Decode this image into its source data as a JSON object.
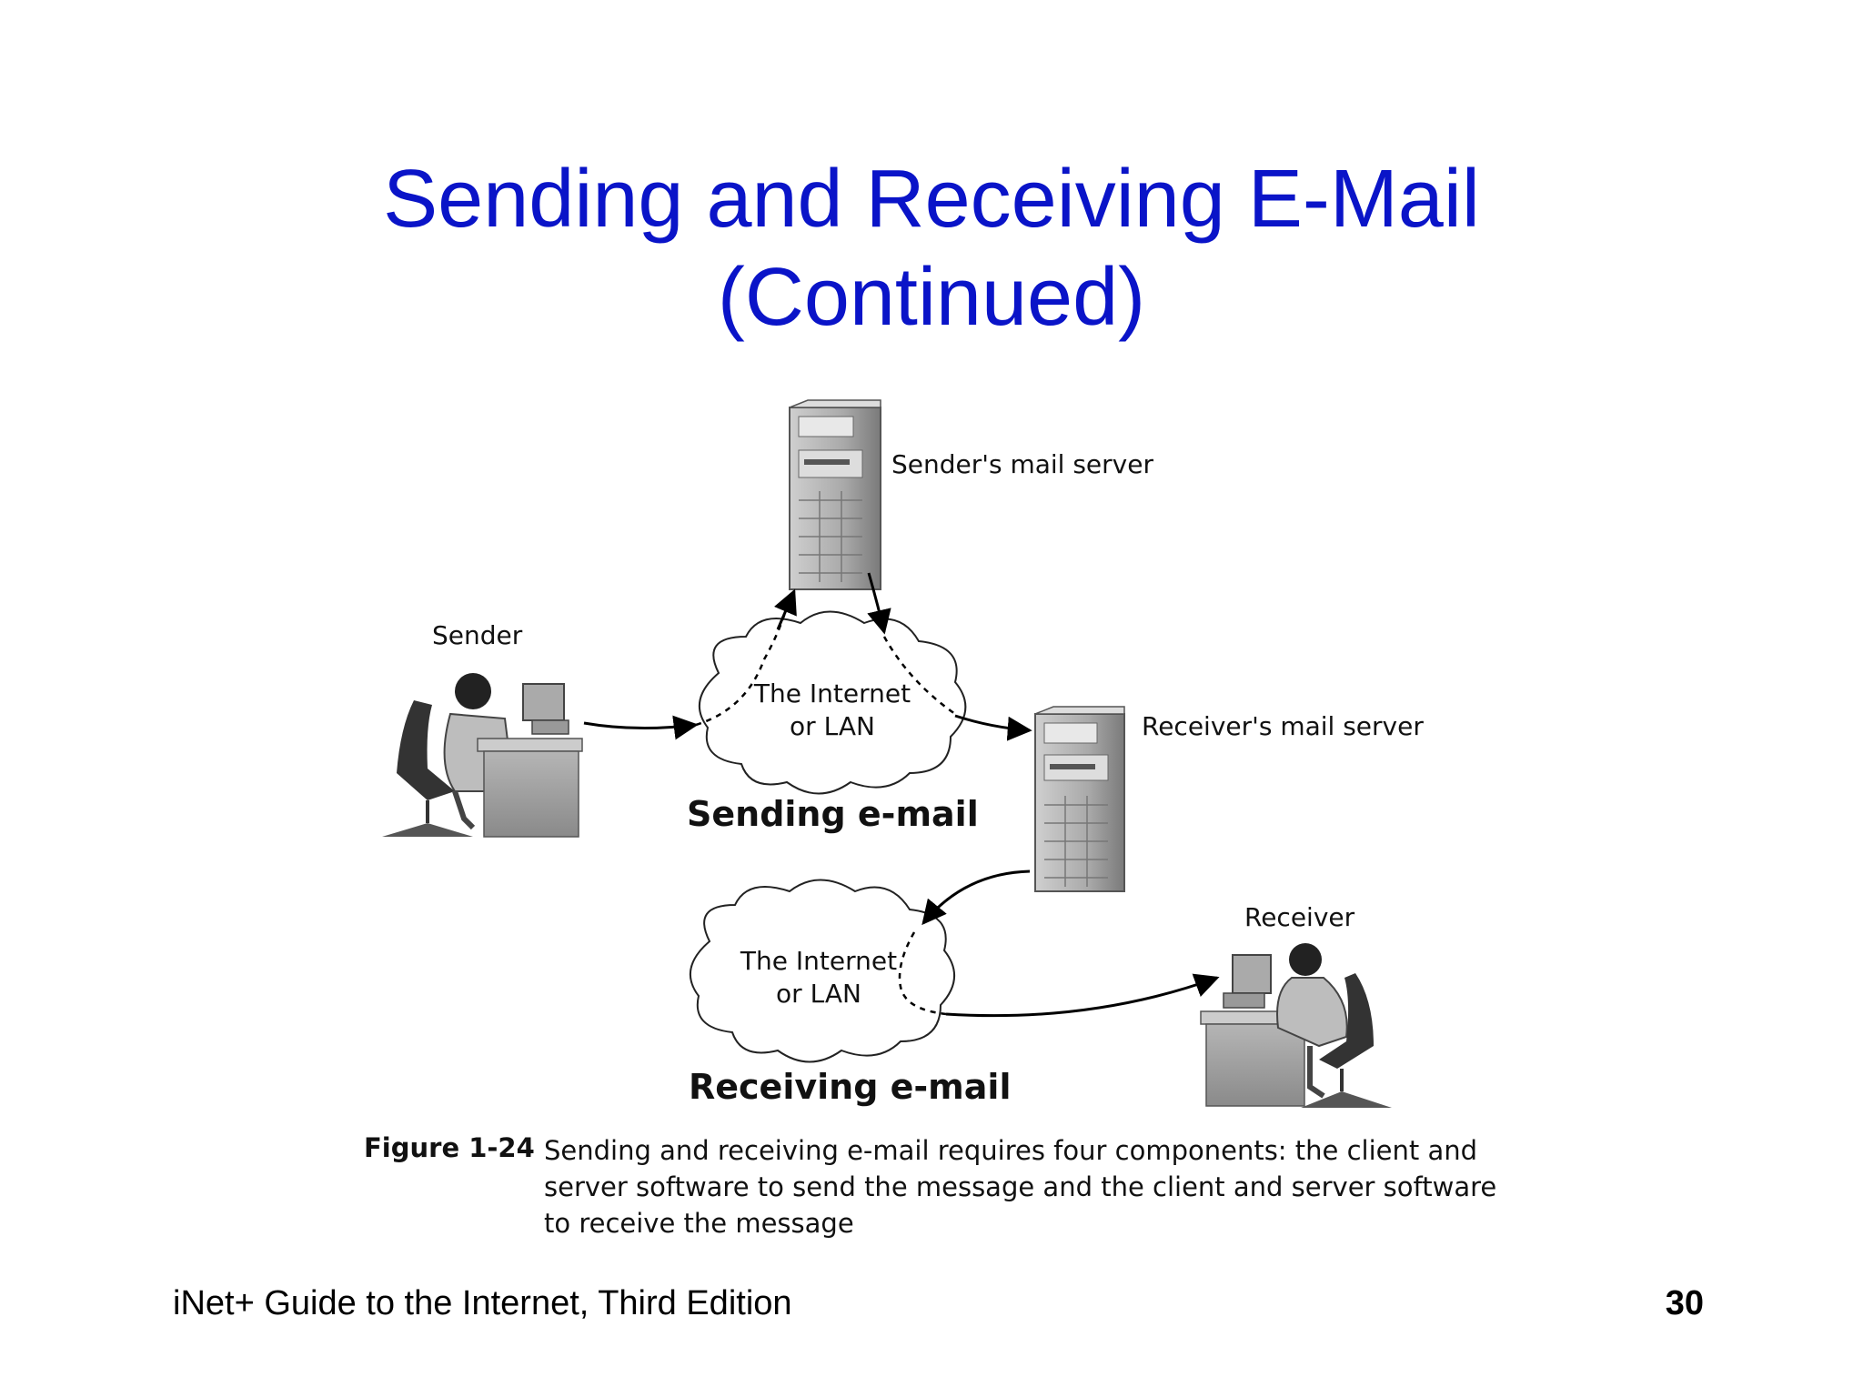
{
  "slide": {
    "title_line1": "Sending and Receiving E-Mail",
    "title_line2": "(Continued)",
    "footer_left": "iNet+ Guide to the Internet, Third Edition",
    "page_number": "30"
  },
  "diagram": {
    "nodes": {
      "sender": "Sender",
      "sender_server": "Sender's mail server",
      "cloud_send_line1": "The Internet",
      "cloud_send_line2": "or LAN",
      "receiver_server": "Receiver's mail server",
      "cloud_recv_line1": "The Internet",
      "cloud_recv_line2": "or LAN",
      "receiver": "Receiver"
    },
    "section_labels": {
      "sending": "Sending e-mail",
      "receiving": "Receiving e-mail"
    }
  },
  "caption": {
    "number": "Figure 1-24",
    "text": "Sending and receiving e-mail requires four components: the client and server software to send the message and the client and server software to receive the message"
  },
  "colors": {
    "title": "#0a14c8",
    "text": "#111111"
  }
}
